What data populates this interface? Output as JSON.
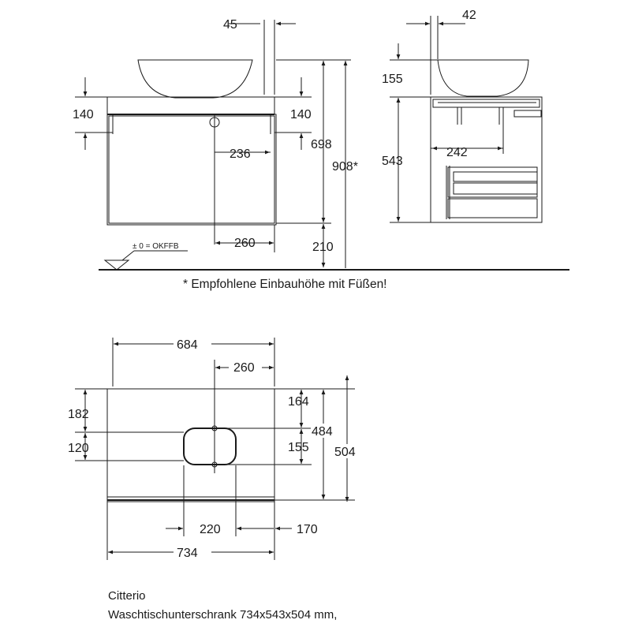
{
  "front_view": {
    "dim_basin_offset": "45",
    "dim_left_top": "140",
    "dim_right_top": "140",
    "dim_height": "698",
    "dim_total_height": "908*",
    "dim_center": "236",
    "dim_drain": "260",
    "dim_floor": "210",
    "floor_label": "± 0 = OKFFB"
  },
  "side_view": {
    "dim_top": "42",
    "dim_basin": "155",
    "dim_height": "543",
    "dim_depth": "242"
  },
  "note": "* Empfohlene Einbauhöhe mit Füßen!",
  "top_view": {
    "dim_width_top": "684",
    "dim_offset": "260",
    "dim_left_upper": "182",
    "dim_left_lower": "120",
    "dim_right_164": "164",
    "dim_right_155": "155",
    "dim_484": "484",
    "dim_504": "504",
    "dim_bottom_220": "220",
    "dim_bottom_170": "170",
    "dim_width_total": "734"
  },
  "caption": {
    "line1": "Citterio",
    "line2": "Waschtischunterschrank 734x543x504 mm,"
  }
}
